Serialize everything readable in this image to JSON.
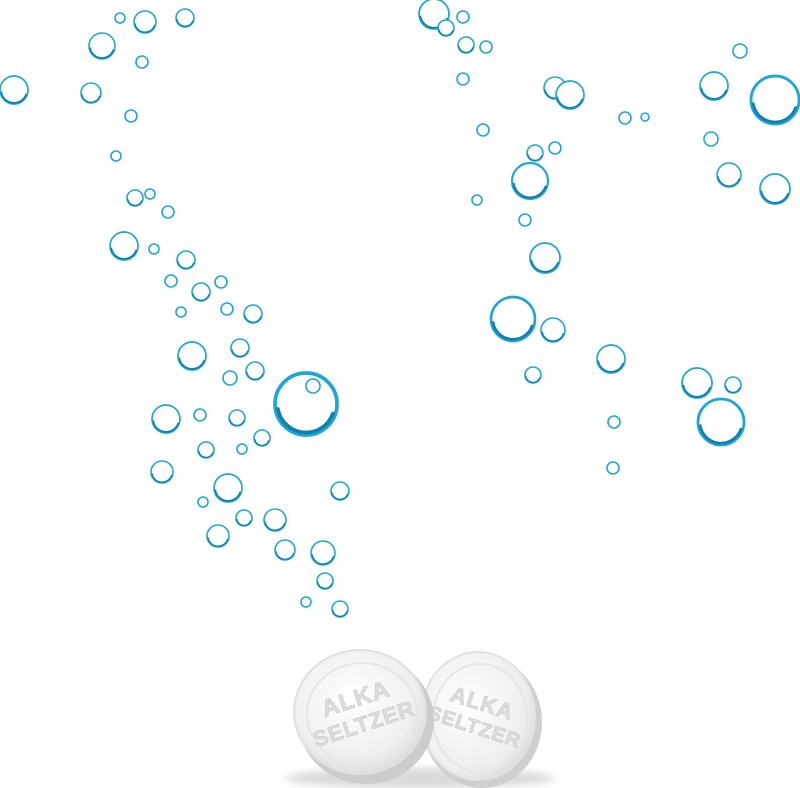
{
  "scene": {
    "colors": {
      "background": "#ffffff",
      "bubble_rim": "#1ea7d6",
      "bubble_rim_dark": "#137fb1",
      "tablet_face": "#f4f4f4",
      "tablet_shadow": "#cfcfcf",
      "tablet_text": "#d6d6d6"
    },
    "tablets": [
      {
        "line1": "ALKA",
        "line2": "SELTZER"
      },
      {
        "line1": "ALKA",
        "line2": "SELTZER"
      }
    ]
  }
}
